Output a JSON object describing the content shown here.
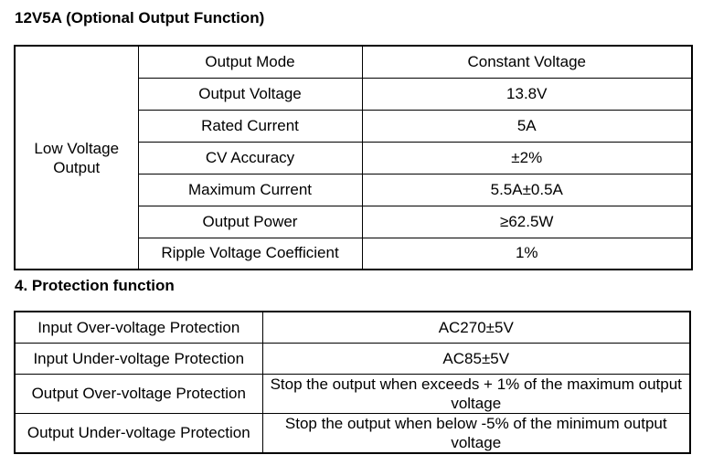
{
  "section1": {
    "title": "12V5A (Optional Output Function)",
    "group_label": "Low Voltage Output",
    "rows": [
      {
        "param": "Output Mode",
        "value": "Constant Voltage"
      },
      {
        "param": "Output Voltage",
        "value": "13.8V"
      },
      {
        "param": "Rated Current",
        "value": "5A"
      },
      {
        "param": "CV Accuracy",
        "value": "±2%"
      },
      {
        "param": "Maximum Current",
        "value": "5.5A±0.5A"
      },
      {
        "param": "Output Power",
        "value": "≥62.5W"
      },
      {
        "param": "Ripple Voltage Coefficient",
        "value": "1%"
      }
    ]
  },
  "section2": {
    "title": "4. Protection function",
    "rows": [
      {
        "param": "Input Over-voltage Protection",
        "value": "AC270±5V"
      },
      {
        "param": "Input Under-voltage Protection",
        "value": "AC85±5V"
      },
      {
        "param": "Output Over-voltage Protection",
        "value": "Stop the output when exceeds + 1% of the maximum output voltage"
      },
      {
        "param": "Output Under-voltage Protection",
        "value": "Stop the output when below -5% of the minimum output voltage"
      }
    ]
  }
}
